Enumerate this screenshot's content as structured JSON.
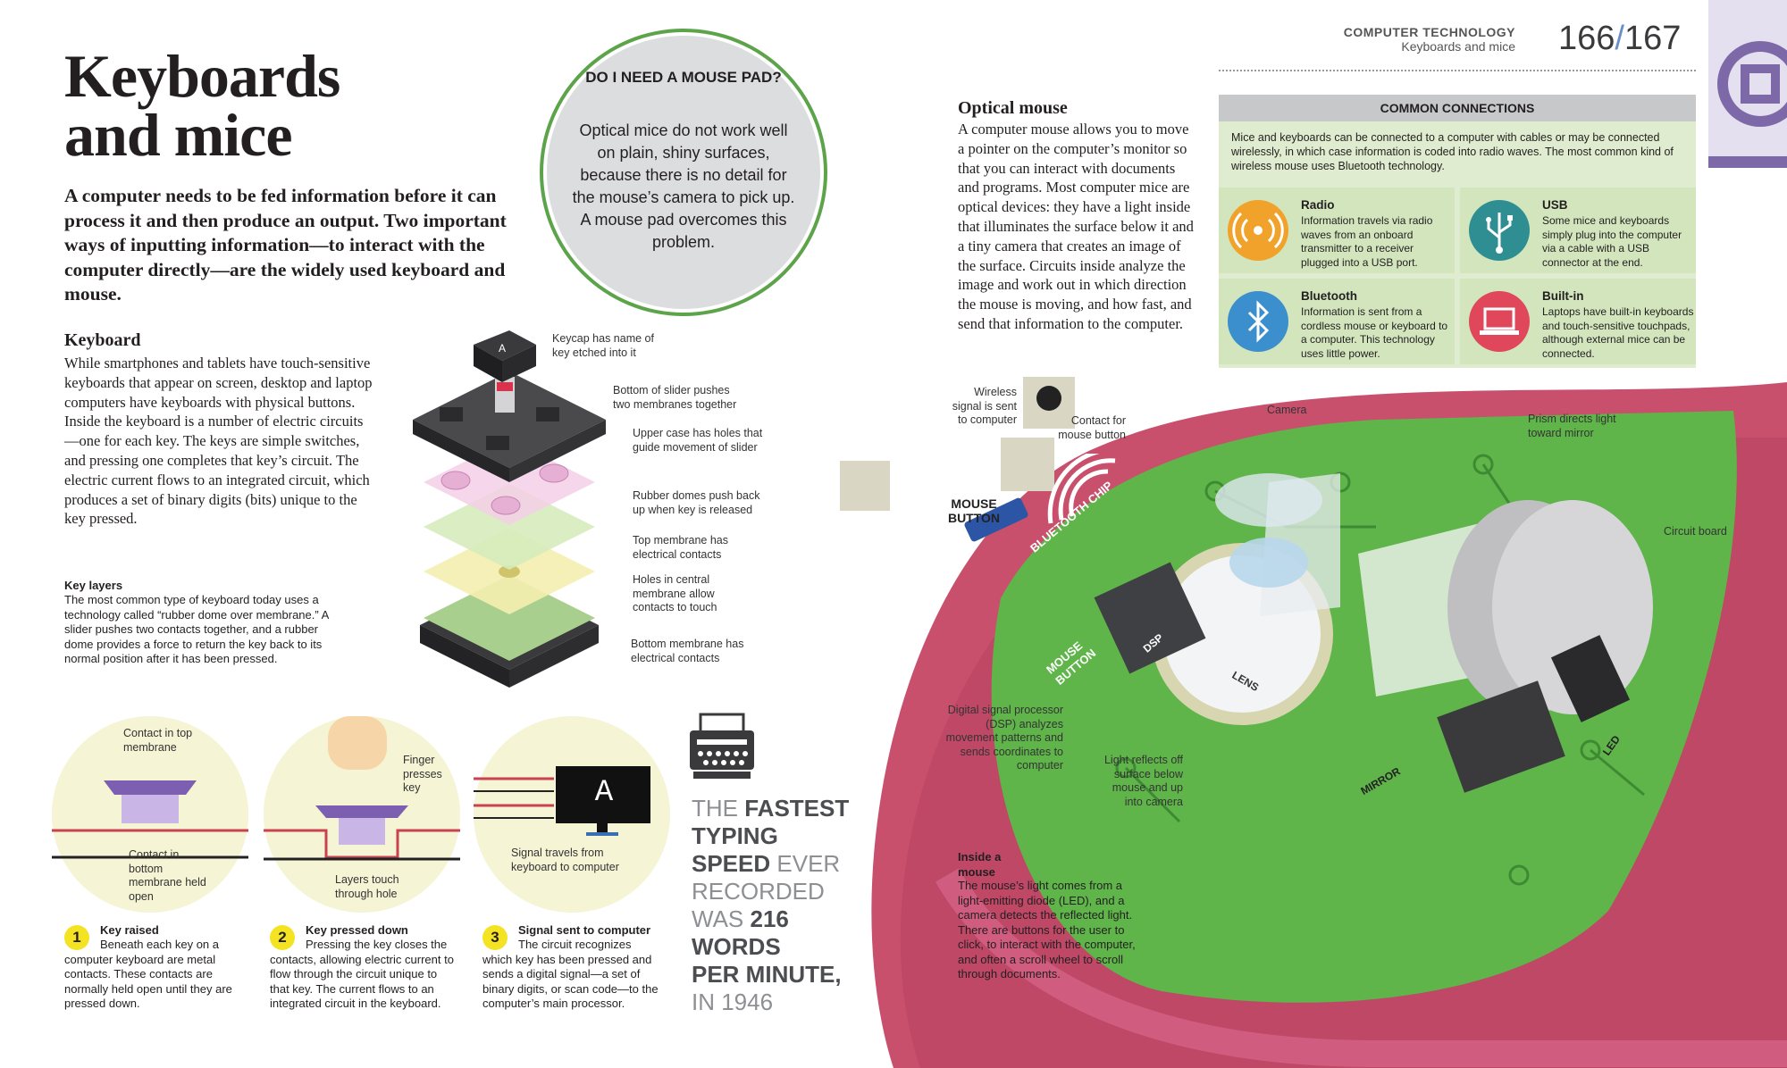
{
  "title_line1": "Keyboards",
  "title_line2": "and mice",
  "intro": "A computer needs to be fed information before it can process it and then produce an output. Two important ways of inputting information—to interact with the computer directly—are the widely used keyboard and mouse.",
  "keyboard": {
    "heading": "Keyboard",
    "body": "While smartphones and tablets have touch-sensitive keyboards that appear on screen, desktop and laptop computers have keyboards with physical buttons. Inside the keyboard is a number of electric circuits—one for each key. The keys are simple switches, and pressing one completes that key’s circuit. The electric current flows to an integrated circuit, which produces a set of binary digits (bits) unique to the key pressed."
  },
  "key_layers": {
    "heading": "Key layers",
    "body": "The most common type of keyboard today uses a technology called “rubber dome over membrane.” A slider pushes two contacts together, and a rubber dome provides a force to return the key back to its normal position after it has been pressed."
  },
  "mouse_pad": {
    "title": "DO I NEED A MOUSE PAD?",
    "body": "Optical mice do not work well on plain, shiny surfaces, because there is no detail for the mouse’s camera to pick up. A mouse pad overcomes this problem."
  },
  "keycap_labels": {
    "keycap": "Keycap has name of key etched into it",
    "slider": "Bottom of slider pushes two membranes together",
    "upper_case": "Upper case has holes that guide movement of slider",
    "domes": "Rubber domes push back up when key is released",
    "top_membrane": "Top membrane has electrical contacts",
    "holes": "Holes in central membrane allow contacts to touch",
    "bottom_membrane": "Bottom membrane has electrical contacts",
    "key_letter": "A"
  },
  "steps": [
    {
      "num": "1",
      "title": "Key raised",
      "body": "Beneath each key on a computer keyboard are metal contacts. These contacts are normally held open until they are pressed down.",
      "label_a": "Contact in top membrane",
      "label_b": "Contact in bottom membrane held open"
    },
    {
      "num": "2",
      "title": "Key pressed down",
      "body": "Pressing the key closes the contacts, allowing electric current to flow through the circuit unique to that key. The current flows to an integrated circuit in the keyboard.",
      "label_a": "Finger presses key",
      "label_b": "Layers touch through hole"
    },
    {
      "num": "3",
      "title": "Signal sent to computer",
      "body": "The circuit recognizes which key has been pressed and sends a digital signal—a set of binary digits, or scan code—to the computer’s main processor.",
      "label_a": "Signal travels from keyboard to computer",
      "screen_letter": "A"
    }
  ],
  "fact": {
    "l1a": "THE ",
    "l1b": "FASTEST",
    "l2": "TYPING",
    "l3a": "SPEED",
    "l3b": " EVER",
    "l4": "RECORDED",
    "l5a": "WAS ",
    "l5b": "216",
    "l6": "WORDS",
    "l7": "PER MINUTE,",
    "l8": "IN 1946"
  },
  "running_head": {
    "section": "COMPUTER TECHNOLOGY",
    "topic": "Keyboards and mice",
    "page_left": "166",
    "slash": "/",
    "page_right": "167"
  },
  "optical_mouse": {
    "heading": "Optical mouse",
    "body": "A computer mouse allows you to move a pointer on the computer’s monitor so that you can interact with documents and programs. Most computer mice are optical devices: they have a light inside that illuminates the surface below it and a tiny camera that creates an image of the surface. Circuits inside analyze the image and work out in which direction the mouse is moving, and how fast, and send that information to the computer."
  },
  "connections": {
    "heading": "COMMON CONNECTIONS",
    "intro": "Mice and keyboards can be connected to a computer with cables or may be connected wirelessly, in which case information is coded into radio waves. The most common kind of wireless mouse uses Bluetooth technology.",
    "items": [
      {
        "title": "Radio",
        "body": "Information travels via radio waves from an onboard transmitter to a receiver plugged into a USB port.",
        "icon": "radio-waves-icon",
        "color": "#f0a22a"
      },
      {
        "title": "USB",
        "body": "Some mice and keyboards simply plug into the computer via a cable with a USB connector at the end.",
        "icon": "usb-icon",
        "color": "#2f8e92"
      },
      {
        "title": "Bluetooth",
        "body": "Information is sent from a cordless mouse or keyboard to a computer. This technology uses little power.",
        "icon": "bluetooth-icon",
        "color": "#3b8fcd"
      },
      {
        "title": "Built-in",
        "body": "Laptops have built-in keyboards and touch-sensitive touchpads, although external mice can be connected.",
        "icon": "laptop-icon",
        "color": "#e0475b"
      }
    ]
  },
  "mouse_labels": {
    "wireless": "Wireless signal is sent to computer",
    "contact": "Contact for mouse button",
    "camera": "Camera",
    "prism": "Prism directs light toward mirror",
    "circuit_board": "Circuit board",
    "mouse_button": "MOUSE BUTTON",
    "dsp_desc": "Digital signal processor (DSP) analyzes movement patterns and sends coordinates to computer",
    "light_reflects": "Light reflects off surface below mouse and up into camera",
    "bluetooth_chip": "BLUETOOTH CHIP",
    "mouse_button_inner": "MOUSE BUTTON",
    "dsp": "DSP",
    "lens": "LENS",
    "mirror": "MIRROR",
    "led": "LED"
  },
  "inside_mouse": {
    "heading": "Inside a mouse",
    "body": "The mouse’s light comes from a light-emitting diode (LED), and a camera detects the reflected light. There are buttons for the user to click, to interact with the computer, and often a scroll wheel to scroll through documents."
  },
  "colors": {
    "accent_green": "#5ca34a",
    "mouse_shell": "#c9506d",
    "circuit_green": "#5fb54a",
    "yellow": "#f4e323",
    "purple": "#7e69a8"
  }
}
